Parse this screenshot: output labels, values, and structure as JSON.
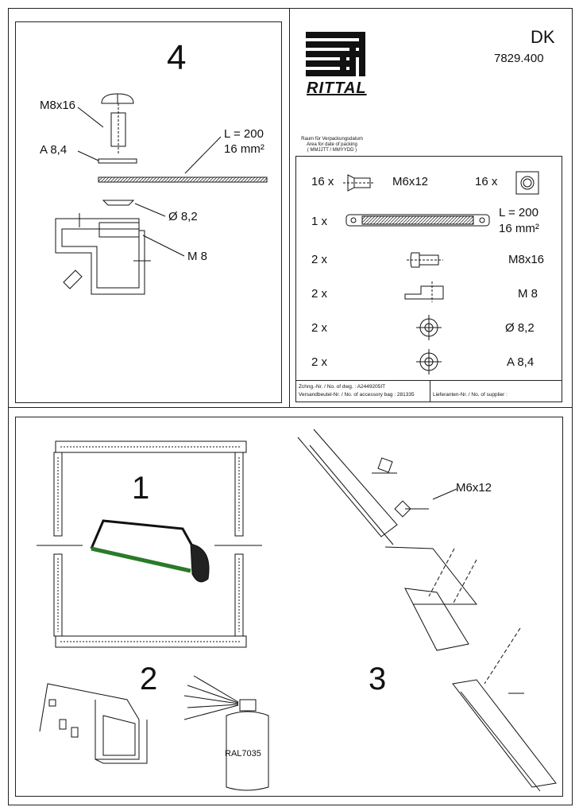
{
  "panel4": {
    "step_number": "4",
    "labels": {
      "screw": "M8x16",
      "washer": "A 8,4",
      "strap_length": "L = 200",
      "strap_section": "16 mm²",
      "diameter": "Ø 8,2",
      "nut": "M 8"
    }
  },
  "header": {
    "brand": "RITTAL",
    "language": "DK",
    "part_number": "7829.400",
    "packing_note": [
      "Raum für Verpackungsdatum",
      "Area for date of packing",
      "( MMJJTT / MMYYDD )"
    ]
  },
  "parts_list": [
    {
      "qty": "16 x",
      "icon": "countersunk-screw-icon",
      "name": "M6x12",
      "qty2": "16 x",
      "icon2": "square-nut-icon"
    },
    {
      "qty": "1 x",
      "icon": "earth-strap-icon",
      "name": "L = 200",
      "name2": "16 mm²"
    },
    {
      "qty": "2 x",
      "icon": "screw-icon",
      "name": "M8x16"
    },
    {
      "qty": "2 x",
      "icon": "cage-nut-icon",
      "name": "M 8"
    },
    {
      "qty": "2 x",
      "icon": "serrated-washer-icon",
      "name": "Ø 8,2"
    },
    {
      "qty": "2 x",
      "icon": "washer-icon",
      "name": "A 8,4"
    }
  ],
  "footer": {
    "drawing_no": "Zchng.-Nr. / No. of dwg. : A2449205IT",
    "accessory_bag": "Versandbeutel-Nr. / No. of accessory bag : 281335",
    "supplier": "Lieferanten-Nr. / No. of supplier :"
  },
  "steps": {
    "step1": "1",
    "step2": "2",
    "step3": "3",
    "spray_label": "RAL7035",
    "screw_label": "M6x12"
  }
}
